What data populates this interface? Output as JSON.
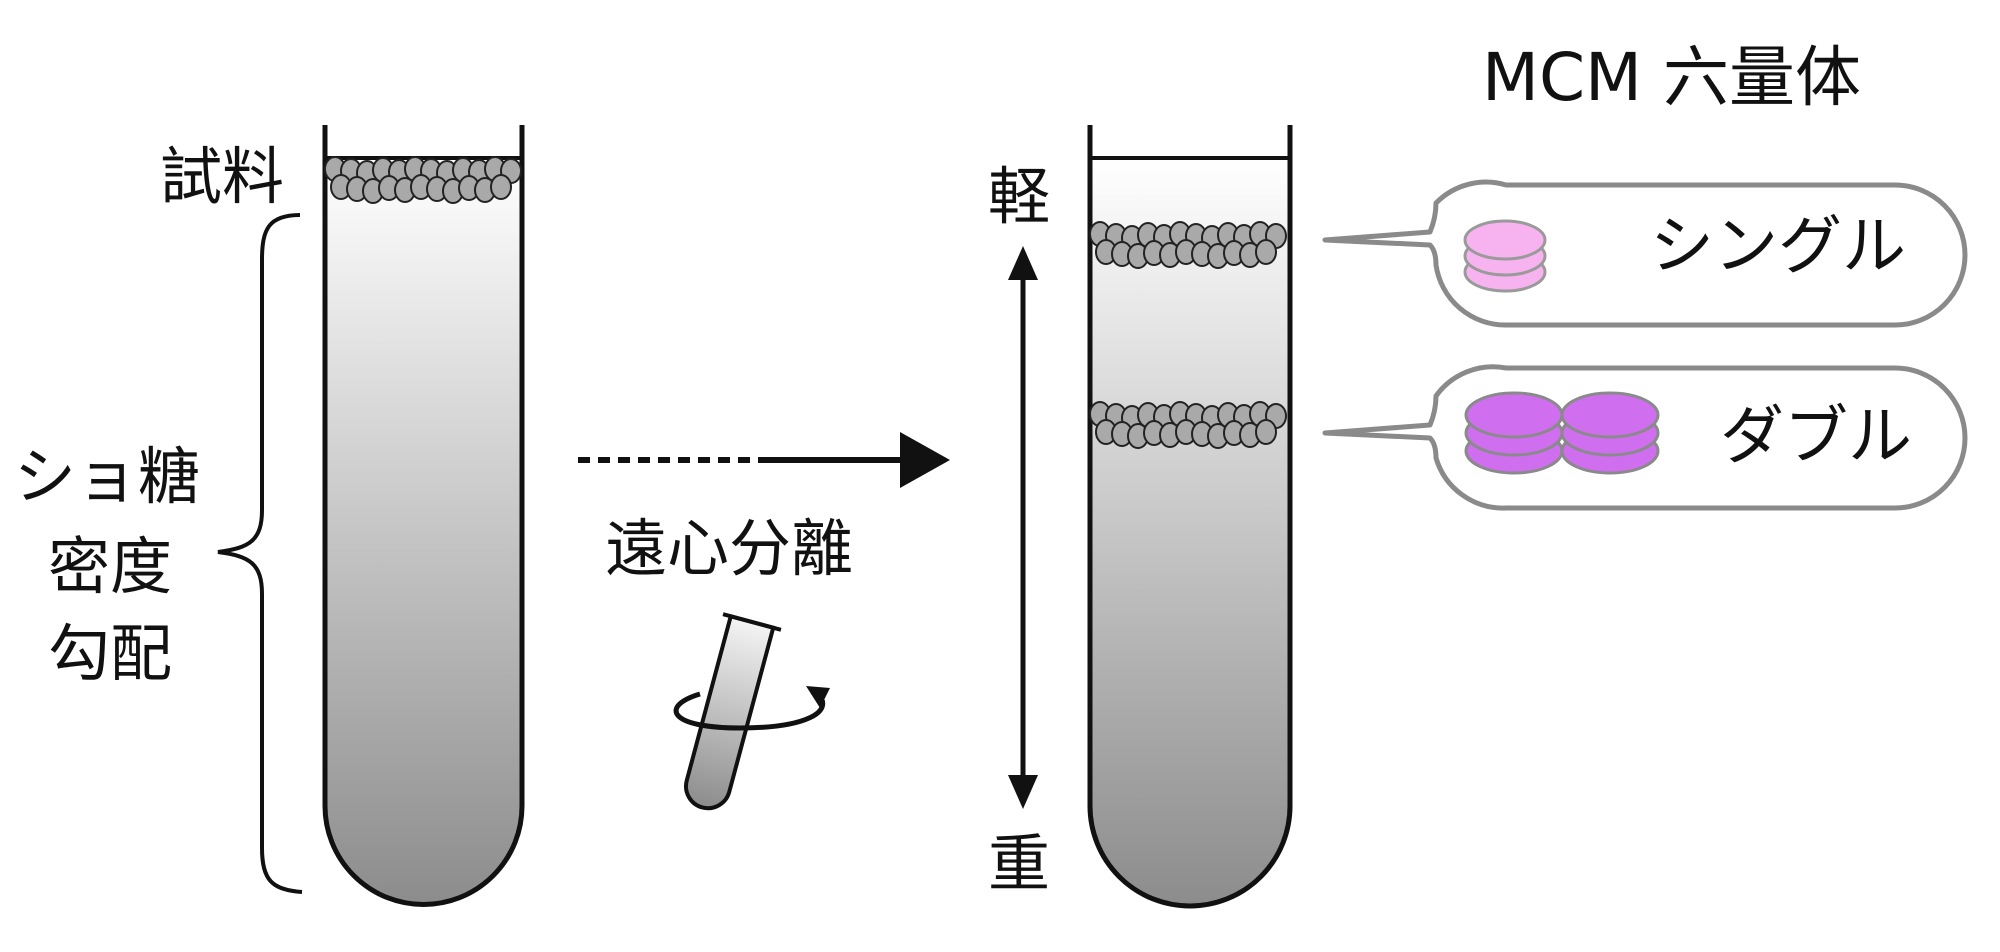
{
  "labels": {
    "sample": "試料",
    "gradient_line1": "ショ糖",
    "gradient_line2": "密度",
    "gradient_line3": "勾配",
    "centrifugation": "遠心分離",
    "light": "軽",
    "heavy": "重",
    "title": "MCM 六量体",
    "single": "シングル",
    "double": "ダブル"
  },
  "colors": {
    "tube_top": "#ffffff",
    "tube_bottom": "#8c8c8c",
    "particle": "#a9a9a9",
    "single_hexamer": "#f7b3f0",
    "double_hexamer": "#d06ef0",
    "outline": "#111111",
    "bubble_outline": "#888888"
  }
}
